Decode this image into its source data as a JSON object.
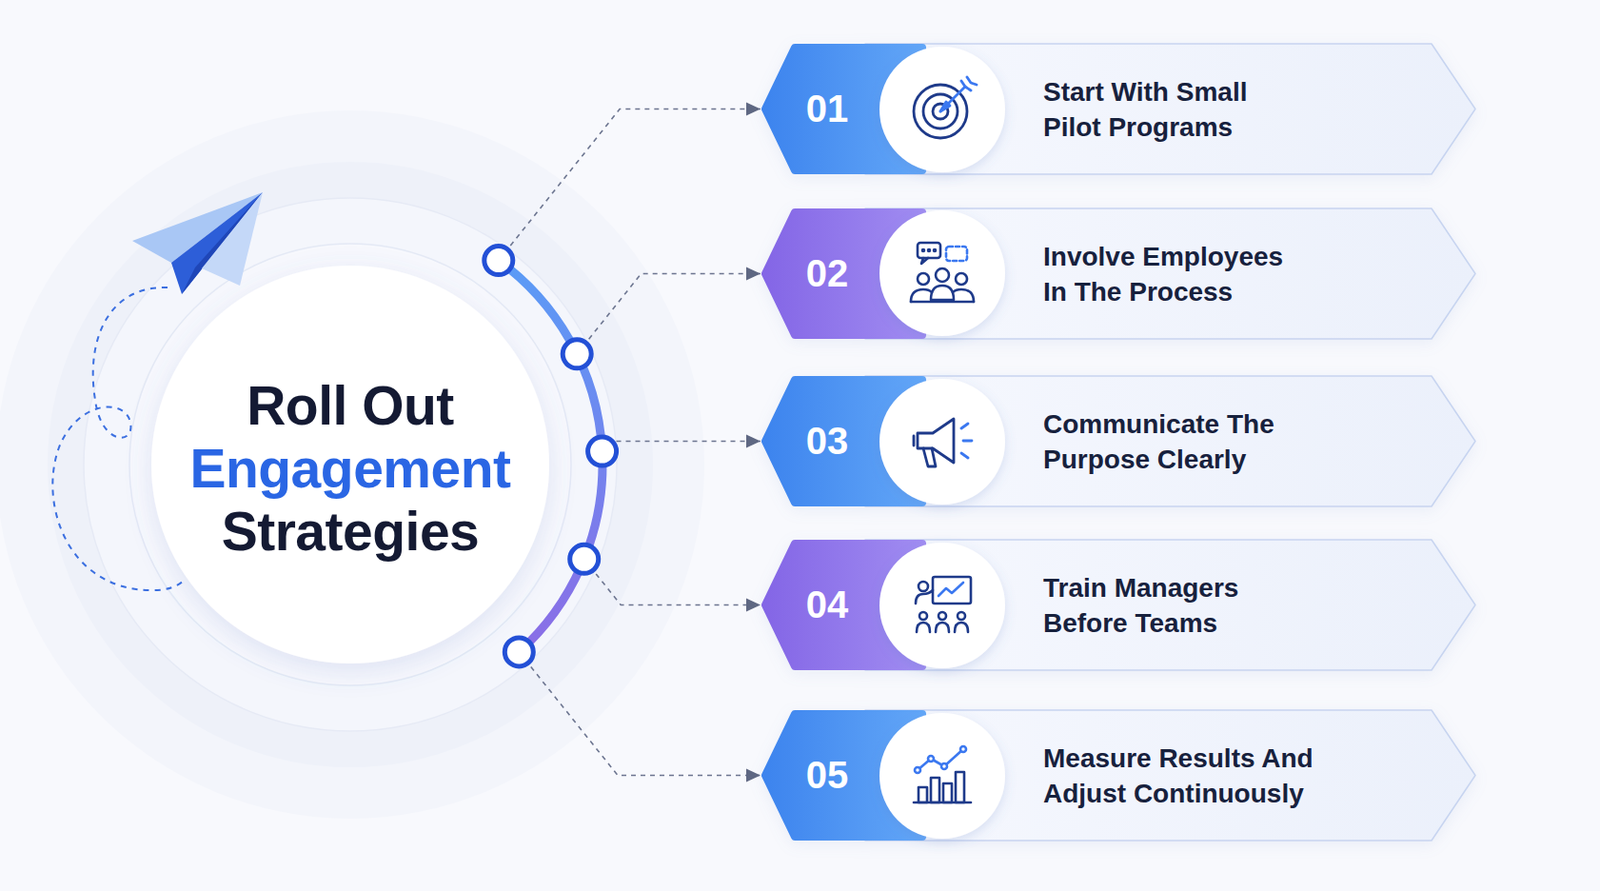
{
  "diagram": {
    "nodes": [
      {
        "text": [
          "Roll Out Engagement Strategies"
        ]
      },
      {
        "text": [
          "01",
          "Start With Small Pilot Programs"
        ]
      },
      {
        "text": [
          "02",
          "Involve Employees In The Process"
        ]
      },
      {
        "text": [
          "03",
          "Communicate The Purpose Clearly"
        ]
      },
      {
        "text": [
          "04",
          "Train Managers Before Teams"
        ]
      },
      {
        "text": [
          "05",
          "Measure Results And Adjust Continuously"
        ]
      }
    ],
    "edges": [
      {
        "from": 0,
        "to": 1,
        "arrow": "to"
      },
      {
        "from": 0,
        "to": 2,
        "arrow": "to"
      },
      {
        "from": 0,
        "to": 3,
        "arrow": "to"
      },
      {
        "from": 0,
        "to": 4,
        "arrow": "to"
      },
      {
        "from": 0,
        "to": 5,
        "arrow": "to"
      }
    ]
  }
}
